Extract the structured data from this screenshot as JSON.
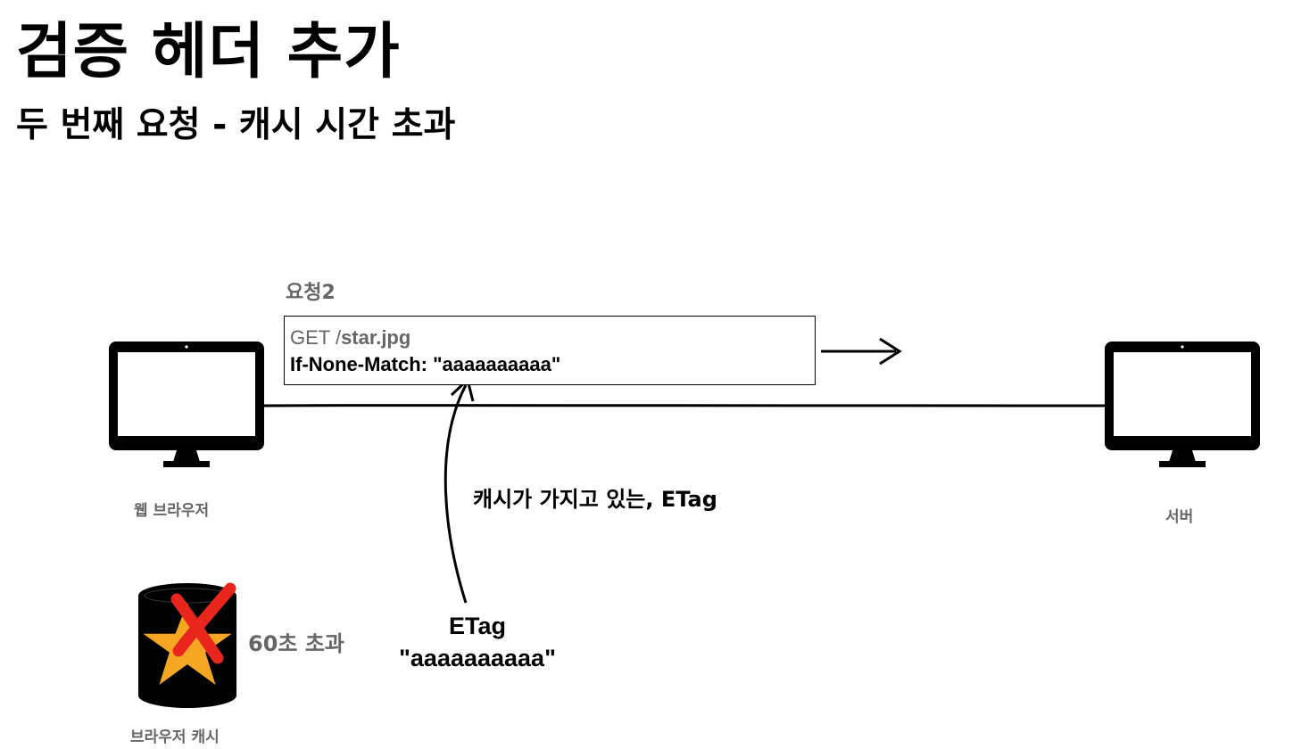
{
  "title": "검증 헤더 추가",
  "subtitle": "두 번째 요청 - 캐시 시간 초과",
  "browser_label": "웹 브라우저",
  "server_label": "서버",
  "cache_label": "브라우저 캐시",
  "request": {
    "label": "요청2",
    "method": "GET /",
    "path": "star.jpg",
    "header_line": "If-None-Match: \"aaaaaaaaaa\""
  },
  "cache_note": "캐시가 가지고 있는, ETag",
  "etag": {
    "name": "ETag",
    "value": "\"aaaaaaaaaa\""
  },
  "cache_status": "60초 초과",
  "colors": {
    "line": "#000000",
    "label_gray": "#666666",
    "star": "#F5A623",
    "cross": "#E8261C"
  },
  "icons": {
    "client": "monitor-icon",
    "server": "monitor-icon",
    "cache": "database-cylinder-icon",
    "cached_item": "star-icon",
    "expired_mark": "red-x-icon"
  }
}
